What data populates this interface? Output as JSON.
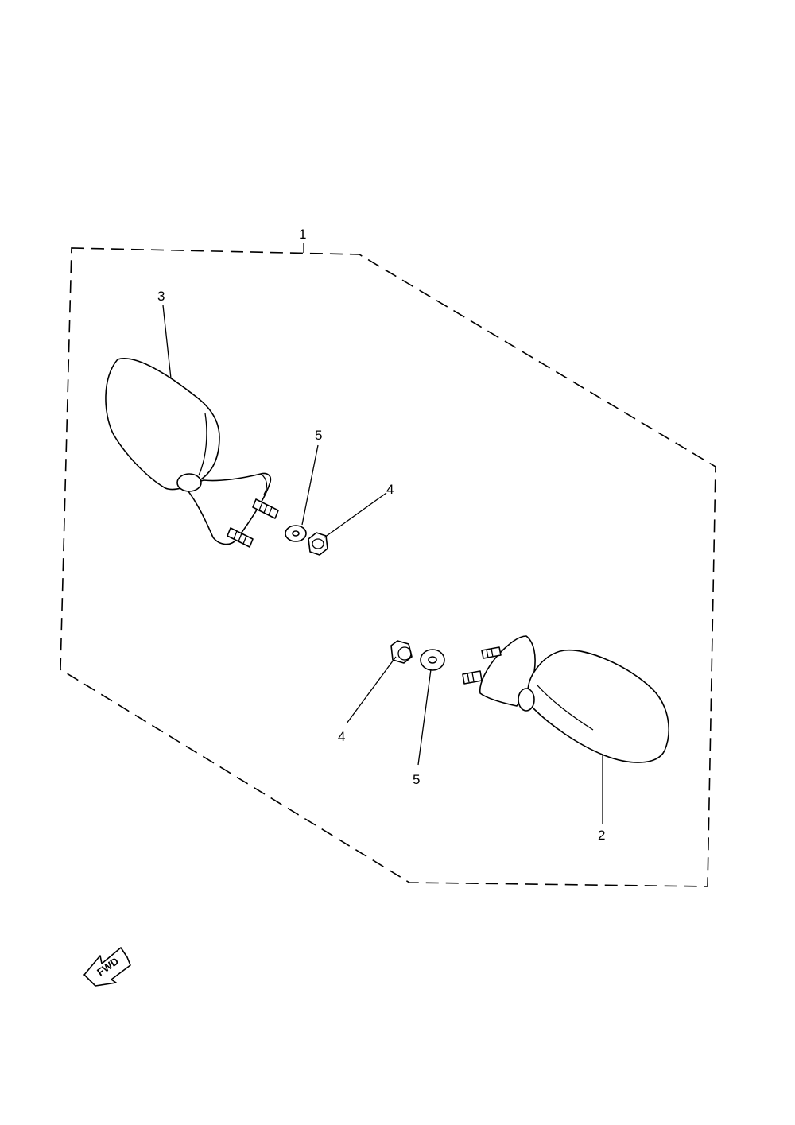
{
  "diagram": {
    "callouts": {
      "c1": "1",
      "c2": "2",
      "c3": "3",
      "c4_left": "4",
      "c5_left": "5",
      "c4_right": "4",
      "c5_right": "5"
    },
    "fwd_arrow_label": "FWD"
  }
}
